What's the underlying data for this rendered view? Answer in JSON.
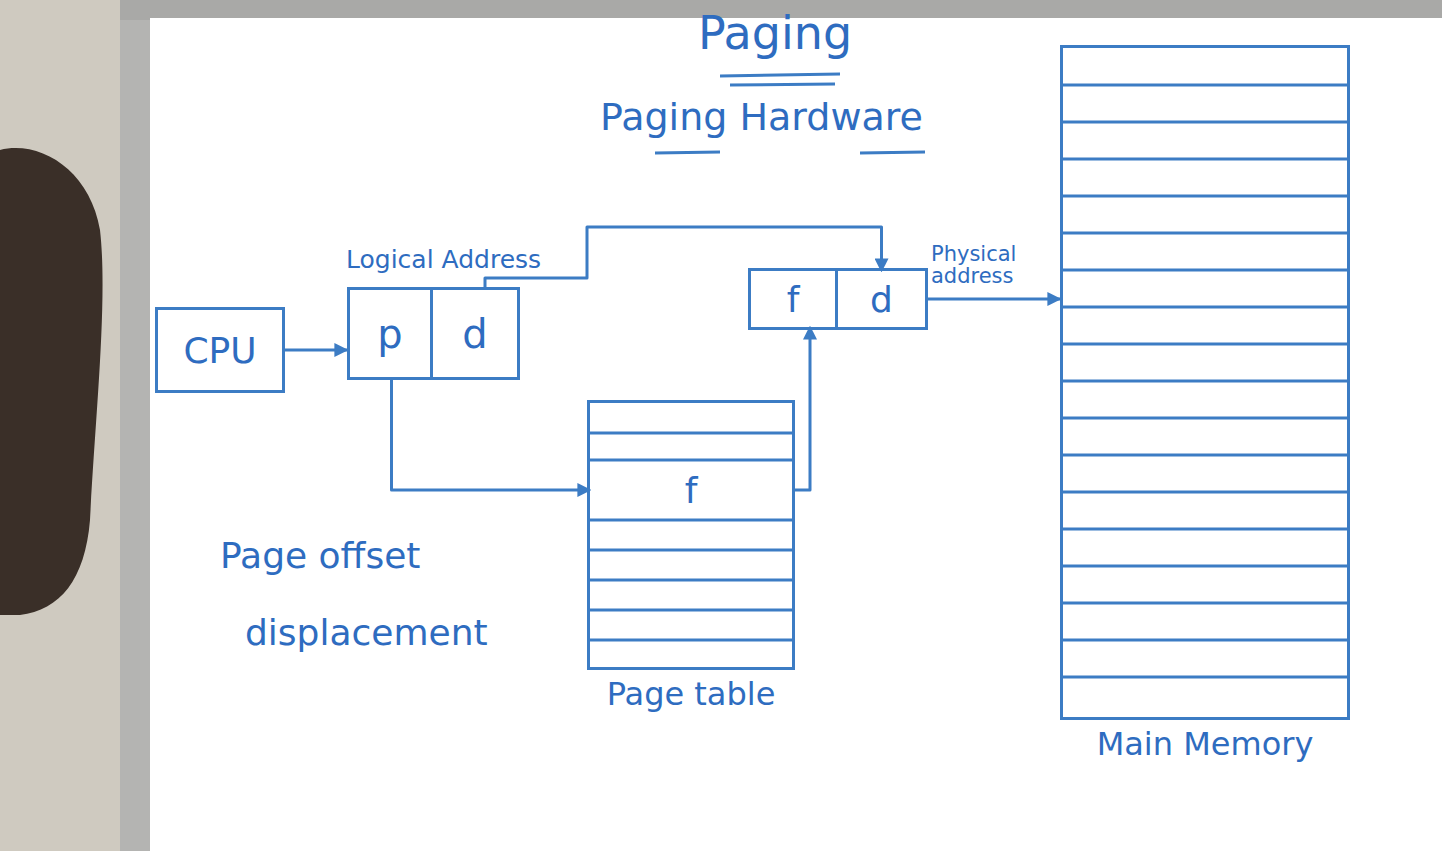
{
  "diagram": {
    "title": "Paging",
    "nodes": [
      {
        "text": [
          "CPU"
        ]
      },
      {
        "text": [
          "Logical Address"
        ]
      },
      {
        "text": [
          "p"
        ],
        "in": 1
      },
      {
        "text": [
          "d"
        ],
        "in": 1
      },
      {
        "text": [
          "Page table"
        ]
      },
      {
        "text": [
          "f"
        ],
        "in": 4
      },
      {
        "text": [
          "Physical address"
        ]
      },
      {
        "text": [
          "f"
        ],
        "in": 6
      },
      {
        "text": [
          "d"
        ],
        "in": 6
      },
      {
        "text": [
          "Main Memory"
        ]
      }
    ],
    "edges": [
      {
        "from": 0,
        "to": 1,
        "arrow": "to"
      },
      {
        "from": 2,
        "to": 5,
        "arrow": "to"
      },
      {
        "from": 3,
        "to": 8,
        "arrow": "to"
      },
      {
        "from": 5,
        "to": 7,
        "arrow": "to"
      },
      {
        "from": 6,
        "to": 9,
        "arrow": "to"
      }
    ],
    "labels": [
      "Paging Hardware",
      "Page offset",
      "displacement"
    ]
  }
}
